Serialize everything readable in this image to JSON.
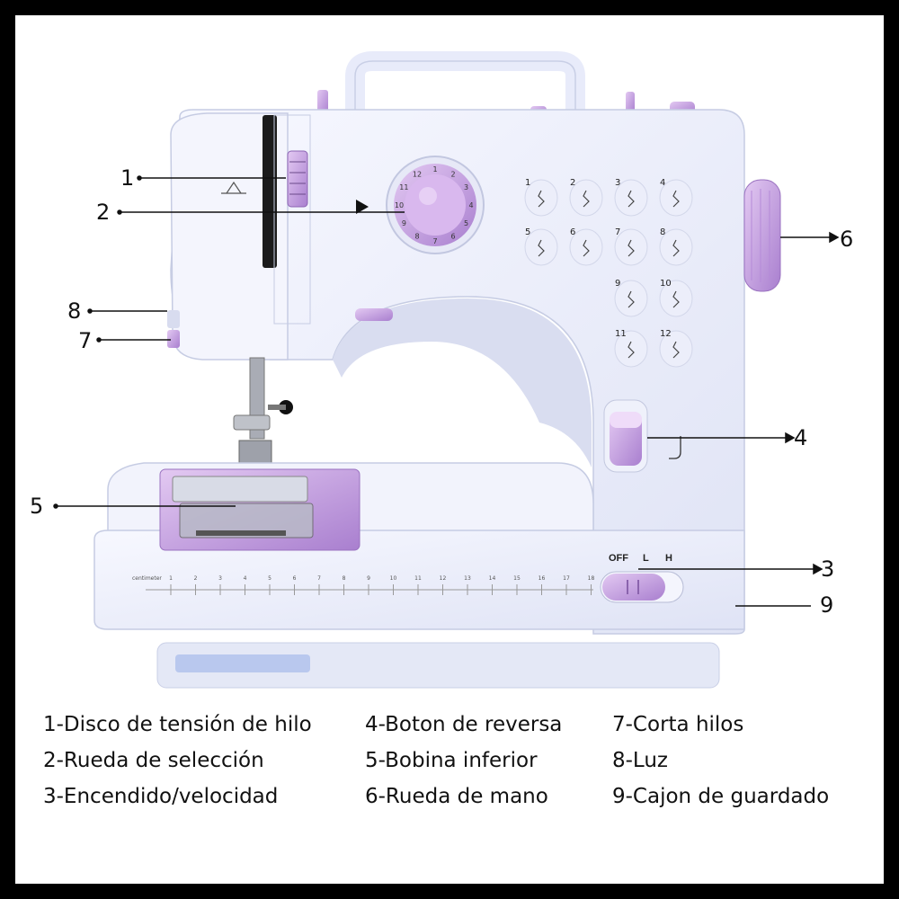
{
  "callouts": [
    "1",
    "2",
    "3",
    "4",
    "5",
    "6",
    "7",
    "8",
    "9"
  ],
  "dial_numbers": [
    "1",
    "2",
    "3",
    "4",
    "5",
    "6",
    "7",
    "8",
    "9",
    "10",
    "11",
    "12"
  ],
  "stitch_panel_numbers": [
    "1",
    "2",
    "3",
    "4",
    "5",
    "6",
    "7",
    "8",
    "9",
    "10",
    "11",
    "12"
  ],
  "switch": {
    "off": "OFF",
    "low": "L",
    "high": "H"
  },
  "ruler": {
    "unit": "centimeter",
    "ticks": [
      "1",
      "2",
      "3",
      "4",
      "5",
      "6",
      "7",
      "8",
      "9",
      "10",
      "11",
      "12",
      "13",
      "14",
      "15",
      "16",
      "17",
      "18"
    ]
  },
  "legend": [
    "1-Disco de tensión de hilo",
    "2-Rueda de selección",
    "3-Encendido/velocidad",
    "4-Boton de reversa",
    "5-Bobina inferior",
    "6-Rueda de mano",
    "7-Corta hilos",
    "8-Luz",
    "9-Cajon de guardado"
  ],
  "colors": {
    "accent_purple": "#c7a4e0",
    "body": "#eef0fb",
    "frame": "#000000"
  }
}
